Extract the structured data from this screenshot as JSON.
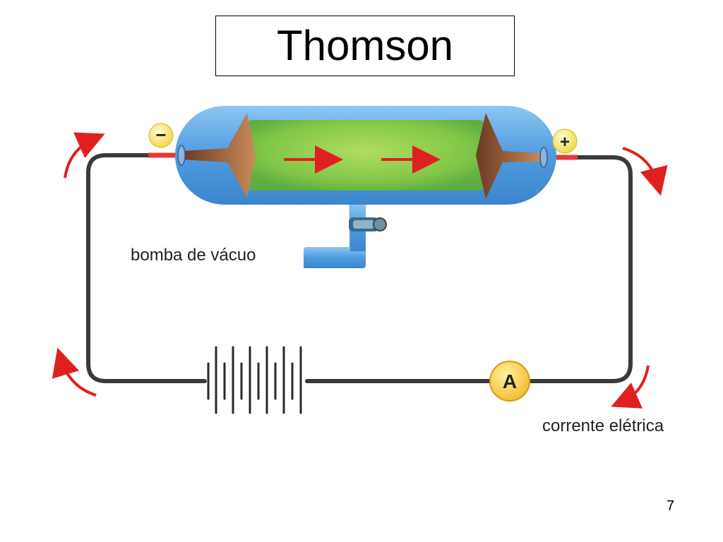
{
  "slide": {
    "title": "Thomson",
    "page_number": "7"
  },
  "diagram": {
    "terminal_negative": "−",
    "terminal_positive": "+",
    "vacuum_pump_label": "bomba de vácuo",
    "ammeter_label": "A",
    "current_label": "corrente elétrica"
  },
  "colors": {
    "wire": "#3a3a3a",
    "tube_blue": "#5fa8e6",
    "tube_glow": "#8fd14a",
    "arrow_red": "#e02020",
    "terminal_yellow": "#f4e04a",
    "terminal_red": "#e53935"
  }
}
